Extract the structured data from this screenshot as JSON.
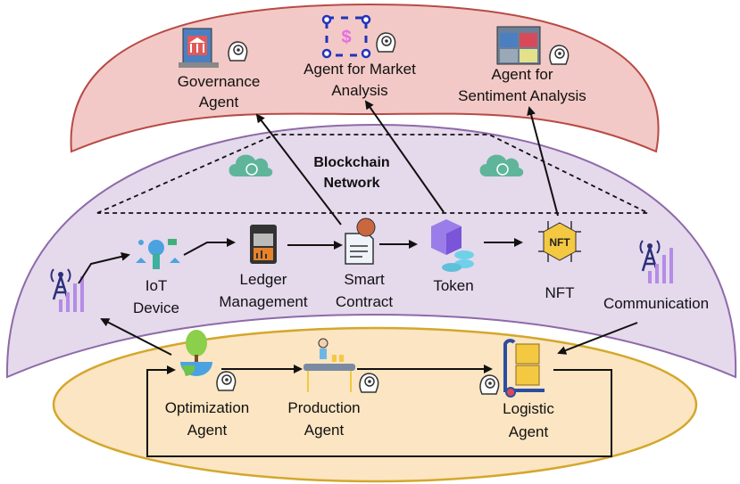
{
  "colors": {
    "top_layer_fill": "#f2c9c6",
    "top_layer_stroke": "#b84a45",
    "middle_layer_fill": "#e3d6ea",
    "middle_layer_stroke": "#8e6aa8",
    "bottom_layer_fill": "#fbe3bd",
    "bottom_layer_stroke": "#d4a72c",
    "cloud": "#5fb59a"
  },
  "top_layer": {
    "governance": {
      "line1": "Governance",
      "line2": "Agent",
      "icon": "government-building-icon"
    },
    "market": {
      "line1": "Agent for Market",
      "line2": "Analysis",
      "icon": "dollar-network-icon"
    },
    "sentiment": {
      "line1": "Agent for",
      "line2": "Sentiment Analysis",
      "icon": "social-media-icon"
    }
  },
  "blockchain": {
    "line1": "Blockchain",
    "line2": "Network",
    "icon": "cloud-sync-icon"
  },
  "middle_layer": {
    "iot": {
      "line1": "IoT",
      "line2": "Device"
    },
    "ledger": {
      "line1": "Ledger",
      "line2": "Management"
    },
    "smart_contract": {
      "line1": "Smart",
      "line2": "Contract"
    },
    "token": {
      "line1": "Token"
    },
    "nft": {
      "line1": "NFT",
      "badge": "NFT"
    },
    "communication": {
      "line1": "Communication"
    }
  },
  "bottom_layer": {
    "optimization": {
      "line1": "Optimization",
      "line2": "Agent"
    },
    "production": {
      "line1": "Production",
      "line2": "Agent"
    },
    "logistic": {
      "line1": "Logistic",
      "line2": "Agent"
    }
  }
}
